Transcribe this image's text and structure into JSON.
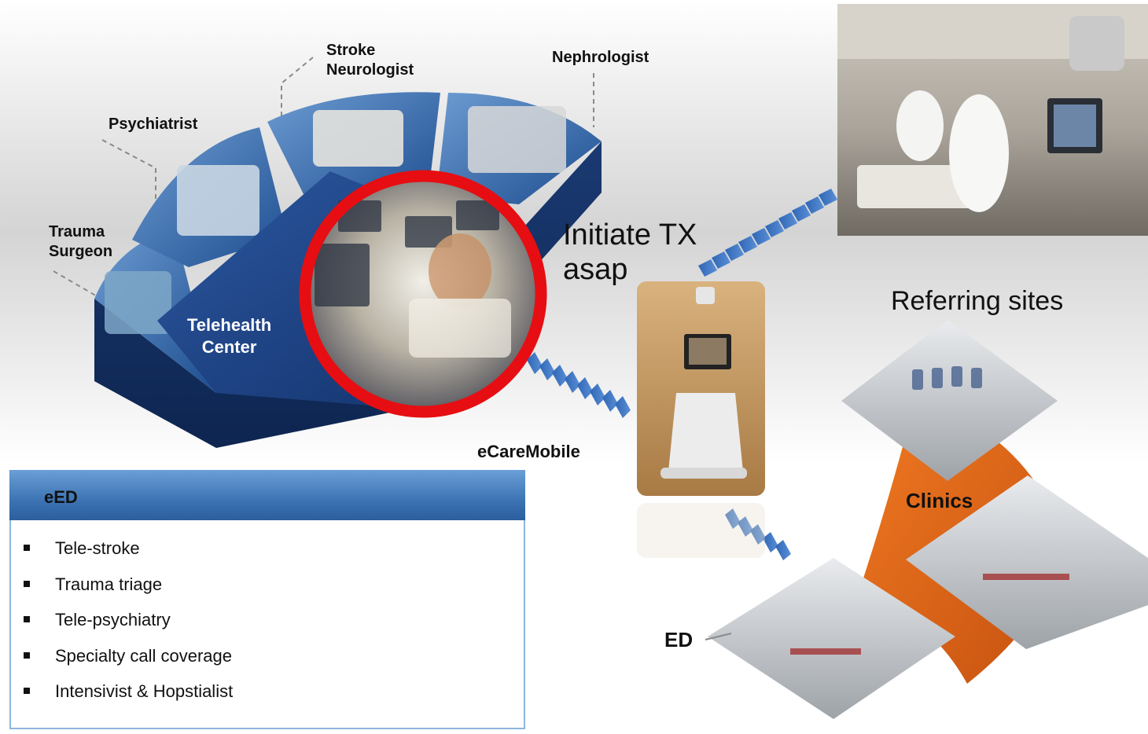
{
  "specialists": {
    "trauma_surgeon": "Trauma\nSurgeon",
    "psychiatrist": "Psychiatrist",
    "stroke_neurologist": "Stroke\nNeurologist",
    "nephrologist": "Nephrologist"
  },
  "hub": {
    "label": "Telehealth\nCenter"
  },
  "initiate": "Initiate TX\nasap",
  "mobile_label": "eCareMobile",
  "referring_title": "Referring sites",
  "clinics_label": "Clinics",
  "ed_label": "ED",
  "eed": {
    "title": "eED",
    "items": [
      "Tele-stroke",
      "Trauma triage",
      "Tele-psychiatry",
      "Specialty call coverage",
      "Intensivist & Hopstialist"
    ]
  },
  "colors": {
    "hub_blue": "#1f3f7a",
    "ring_red": "#e60e12",
    "orange": "#de6417",
    "header_blue": "#3d74b4"
  }
}
